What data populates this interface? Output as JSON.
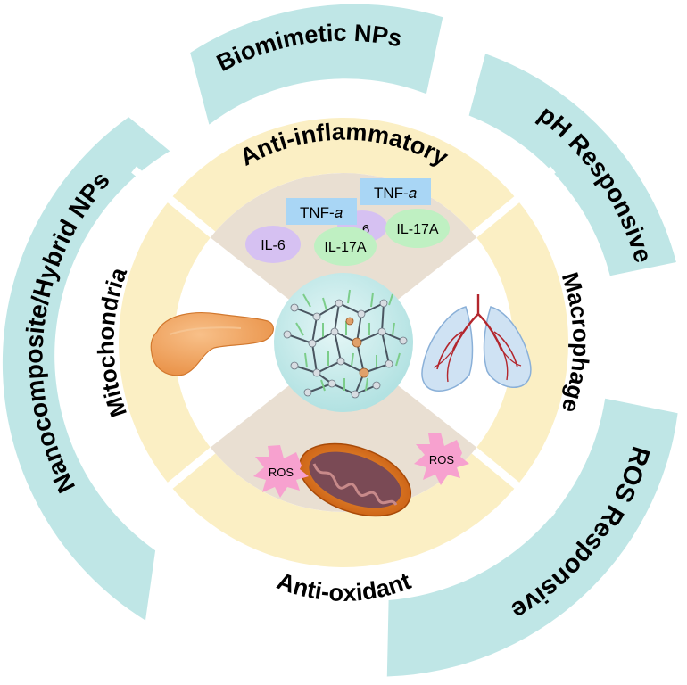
{
  "outer_ring": {
    "segments": [
      {
        "id": "biomimetic",
        "label": "Biomimetic NPs"
      },
      {
        "id": "ph",
        "label": "pH Responsive"
      },
      {
        "id": "ros_resp",
        "label": "ROS Responsive"
      },
      {
        "id": "nano",
        "label": "Nanocomposite/Hybrid NPs"
      }
    ]
  },
  "middle_ring": {
    "segments": [
      {
        "id": "anti_inflammatory",
        "label": "Anti-inflammatory"
      },
      {
        "id": "macrophage",
        "label": "Macrophage"
      },
      {
        "id": "anti_oxidant",
        "label": "Anti-oxidant"
      },
      {
        "id": "mitochondria",
        "label": "Mitochondria"
      }
    ]
  },
  "cytokines": {
    "tnf_1": "TNF-𝑎",
    "tnf_2": "TNF-𝑎",
    "il6_1": "IL-6",
    "il6_2": "6",
    "il17_1": "IL-17A",
    "il17_2": "IL-17A"
  },
  "ros": {
    "ros_1": "ROS",
    "ros_2": "ROS"
  },
  "colors": {
    "outer_ring": "#bfe6e6",
    "middle_ring": "#fbefc4",
    "wedge": "#e9dfd2",
    "center": "#cdeeee",
    "tnf": "#a9d6f5",
    "il6": "#d6c1f2",
    "il17": "#bff0c2",
    "ros": "#f7a1cf",
    "pancreas": "#f3a35f",
    "lung": "#cfe2f3",
    "vessel": "#b3262d",
    "mito_outer": "#e07a1c",
    "mito_inner": "#7a4a55"
  }
}
